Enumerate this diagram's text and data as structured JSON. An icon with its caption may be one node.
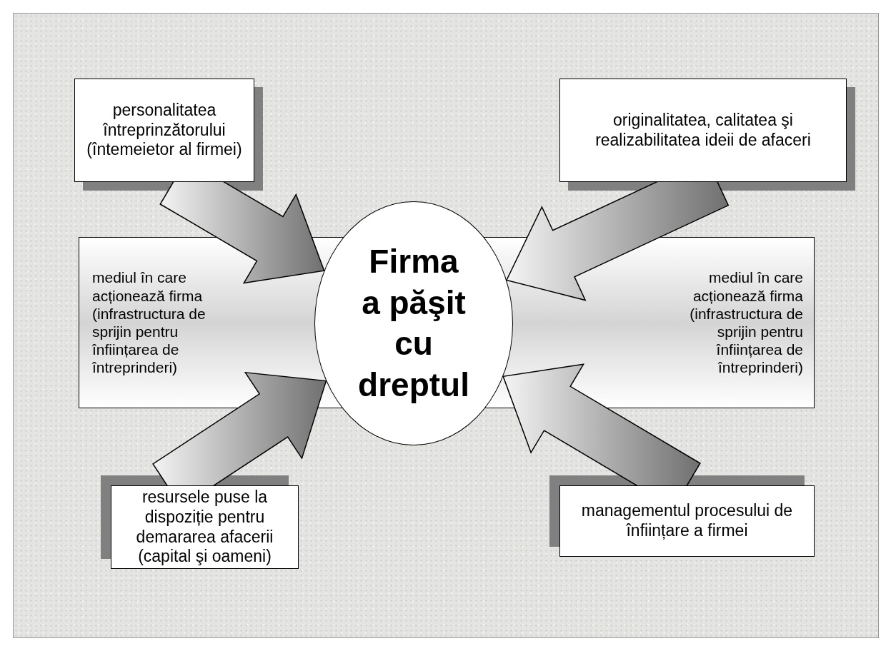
{
  "diagram": {
    "nodes": [
      {
        "text": [
          "personalitatea întreprinzătorului (întemeietor al firmei)"
        ]
      },
      {
        "text": [
          "originalitatea, calitatea şi realizabilitatea ideii de afaceri"
        ]
      },
      {
        "text": [
          "mediul în care acționează firma (infrastructura de sprijin pentru înființarea de întreprinderi)",
          "mediul în care acționează firma (infrastructura de sprijin pentru înființarea de întreprinderi)"
        ]
      },
      {
        "text": [
          "Firma a păşit cu dreptul"
        ]
      },
      {
        "text": [
          "resursele puse la dispoziție pentru demararea afacerii (capital şi oameni)"
        ]
      },
      {
        "text": [
          "managementul procesului de înființare a firmei"
        ]
      }
    ],
    "edges": [
      {
        "from": 0,
        "to": 3,
        "arrow": "to"
      },
      {
        "from": 1,
        "to": 3,
        "arrow": "to"
      },
      {
        "from": 4,
        "to": 3,
        "arrow": "to"
      },
      {
        "from": 5,
        "to": 3,
        "arrow": "to"
      }
    ]
  }
}
